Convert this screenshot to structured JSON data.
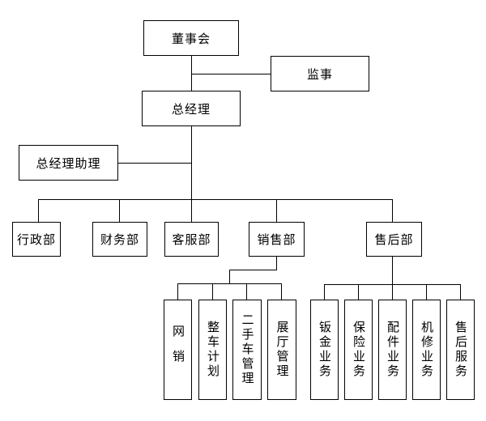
{
  "org_chart": {
    "board": {
      "label": "董事会"
    },
    "supervisor": {
      "label": "监事"
    },
    "general_manager": {
      "label": "总经理"
    },
    "gm_assistant": {
      "label": "总经理助理"
    },
    "departments": [
      {
        "label": "行政部"
      },
      {
        "label": "财务部"
      },
      {
        "label": "客服部"
      },
      {
        "label": "销售部"
      },
      {
        "label": "售后部"
      }
    ],
    "sales_children": [
      {
        "label": "网销"
      },
      {
        "label": "整车计划"
      },
      {
        "label": "二手车管理"
      },
      {
        "label": "展厅管理"
      }
    ],
    "after_sales_children": [
      {
        "label": "钣金业务"
      },
      {
        "label": "保险业务"
      },
      {
        "label": "配件业务"
      },
      {
        "label": "机修业务"
      },
      {
        "label": "售后服务"
      }
    ],
    "colors": {
      "line": "#000000",
      "border": "#000000",
      "text": "#000000",
      "background": "#ffffff"
    }
  }
}
